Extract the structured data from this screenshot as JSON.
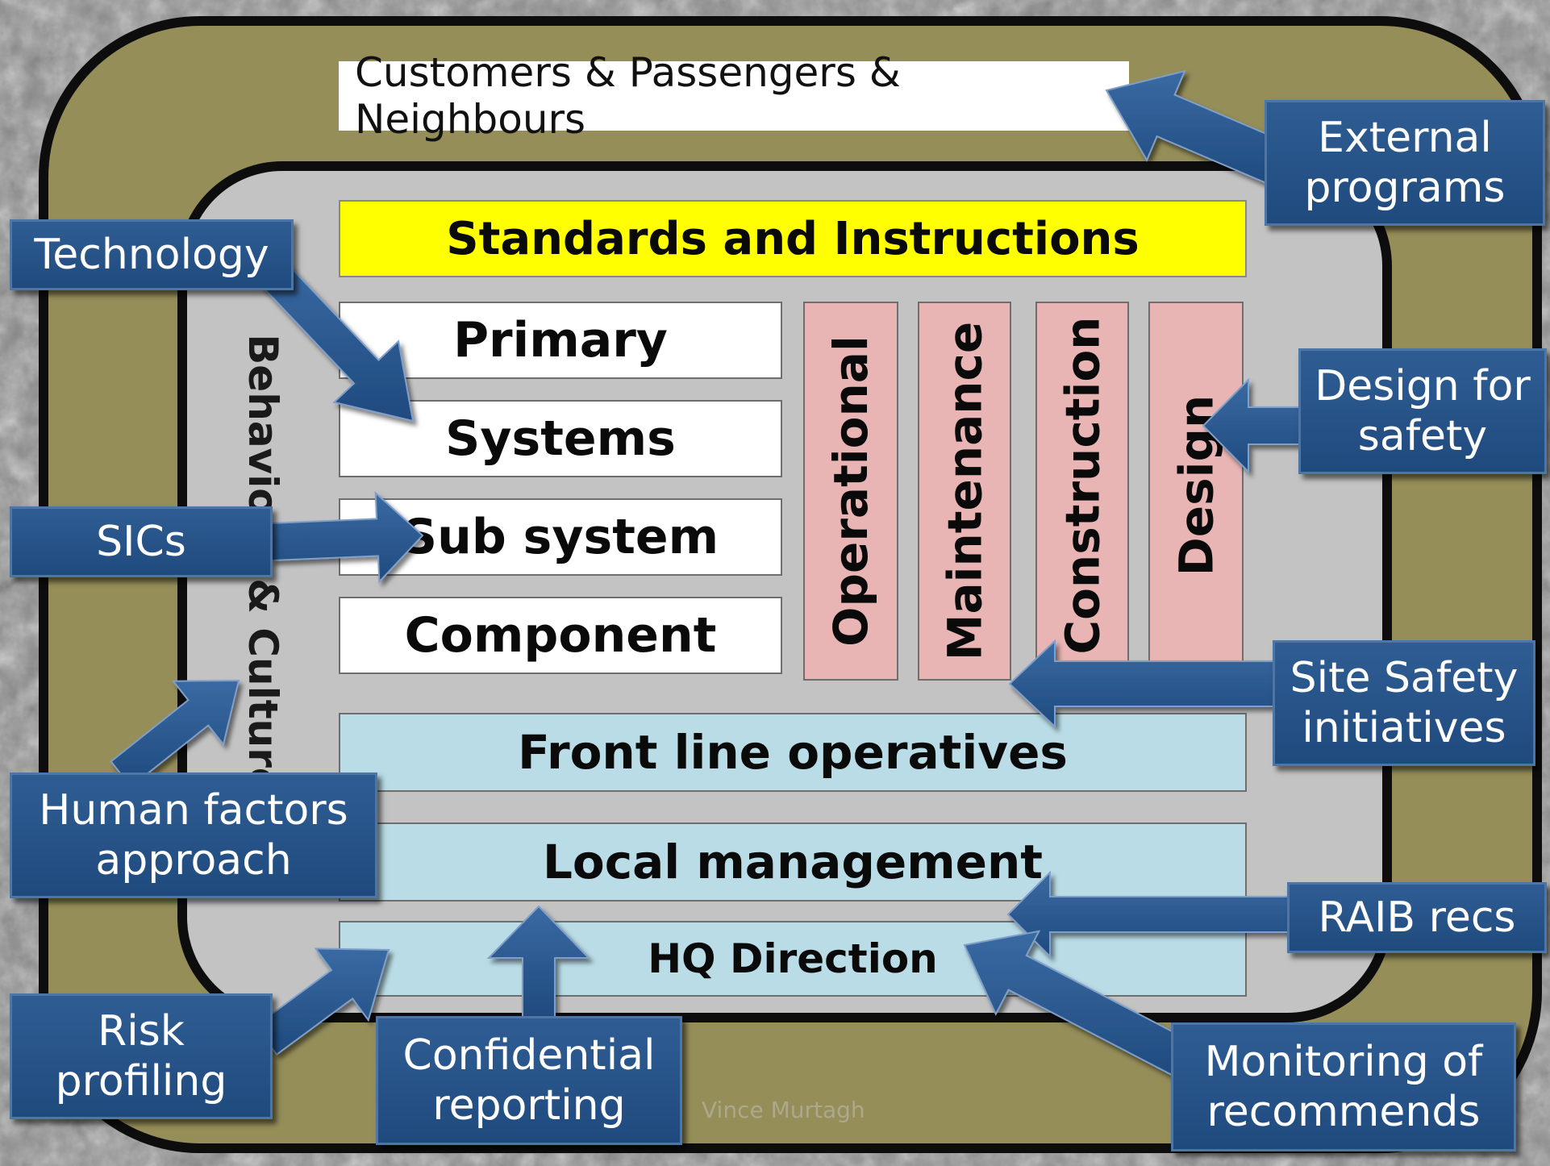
{
  "diagram": {
    "outer_ring_label": "Customers & Passengers & Neighbours",
    "side_label": "Behaviour & Culture",
    "rows": {
      "standards": "Standards and Instructions",
      "primary": "Primary",
      "systems": "Systems",
      "sub_system": "Sub system",
      "component": "Component",
      "front_line": "Front line operatives",
      "local_management": "Local management",
      "hq_direction": "HQ Direction"
    },
    "columns": [
      "Operational",
      "Maintenance",
      "Construction",
      "Design"
    ],
    "influences": {
      "external_programs": [
        "External",
        "programs"
      ],
      "technology": "Technology",
      "sics": "SICs",
      "human_factors": [
        "Human factors",
        "approach"
      ],
      "risk_profiling": [
        "Risk",
        "profiling"
      ],
      "confidential_reporting": [
        "Confidential",
        "reporting"
      ],
      "design_for_safety": [
        "Design for",
        "safety"
      ],
      "site_safety": [
        "Site Safety",
        "initiatives"
      ],
      "raib_recs": "RAIB recs",
      "monitoring": [
        "Monitoring of",
        "recommends"
      ]
    },
    "watermark": "Vince Murtagh"
  },
  "colors": {
    "olive_frame": "#958e59",
    "grey_frame": "#c3c3c3",
    "standards_bar": "#ffff00",
    "column_pink": "#e8b4b4",
    "management_blue": "#b9dce6",
    "influence_navy": "#24508a"
  }
}
